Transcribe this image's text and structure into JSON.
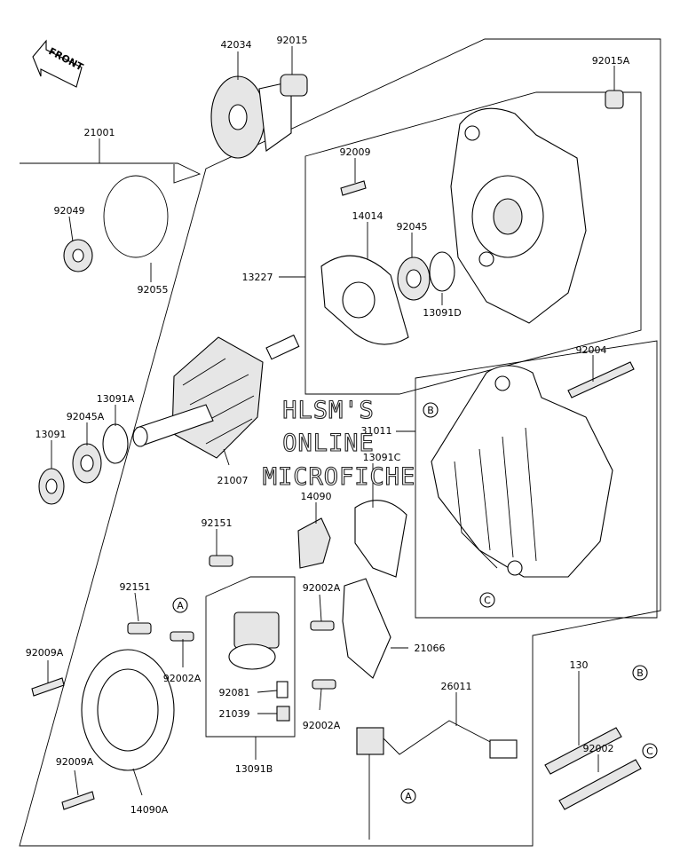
{
  "front_label": "FRONT",
  "watermark": [
    "HLSM'S",
    "ONLINE",
    "MICROFICHE"
  ],
  "parts": {
    "p42034": "42034",
    "p92015": "92015",
    "p92015A": "92015A",
    "p21001": "21001",
    "p92009": "92009",
    "p92049": "92049",
    "p14014": "14014",
    "p92045": "92045",
    "p13227": "13227",
    "p92055": "92055",
    "p13091D": "13091D",
    "p92004": "92004",
    "p13091A": "13091A",
    "p92045A": "92045A",
    "p31011": "31011",
    "p13091": "13091",
    "p21007": "21007",
    "p13091C": "13091C",
    "p14090": "14090",
    "p92151a": "92151",
    "p92151b": "92151",
    "p92002A_1": "92002A",
    "p92009A_1": "92009A",
    "p92002A_2": "92002A",
    "p21066": "21066",
    "p130": "130",
    "p92081": "92081",
    "p26011": "26011",
    "p21039": "21039",
    "p92002A_3": "92002A",
    "p92009A_2": "92009A",
    "p13091B": "13091B",
    "p92002": "92002",
    "p14090A": "14090A"
  },
  "refs": {
    "a": "A",
    "b": "B",
    "c": "C"
  }
}
